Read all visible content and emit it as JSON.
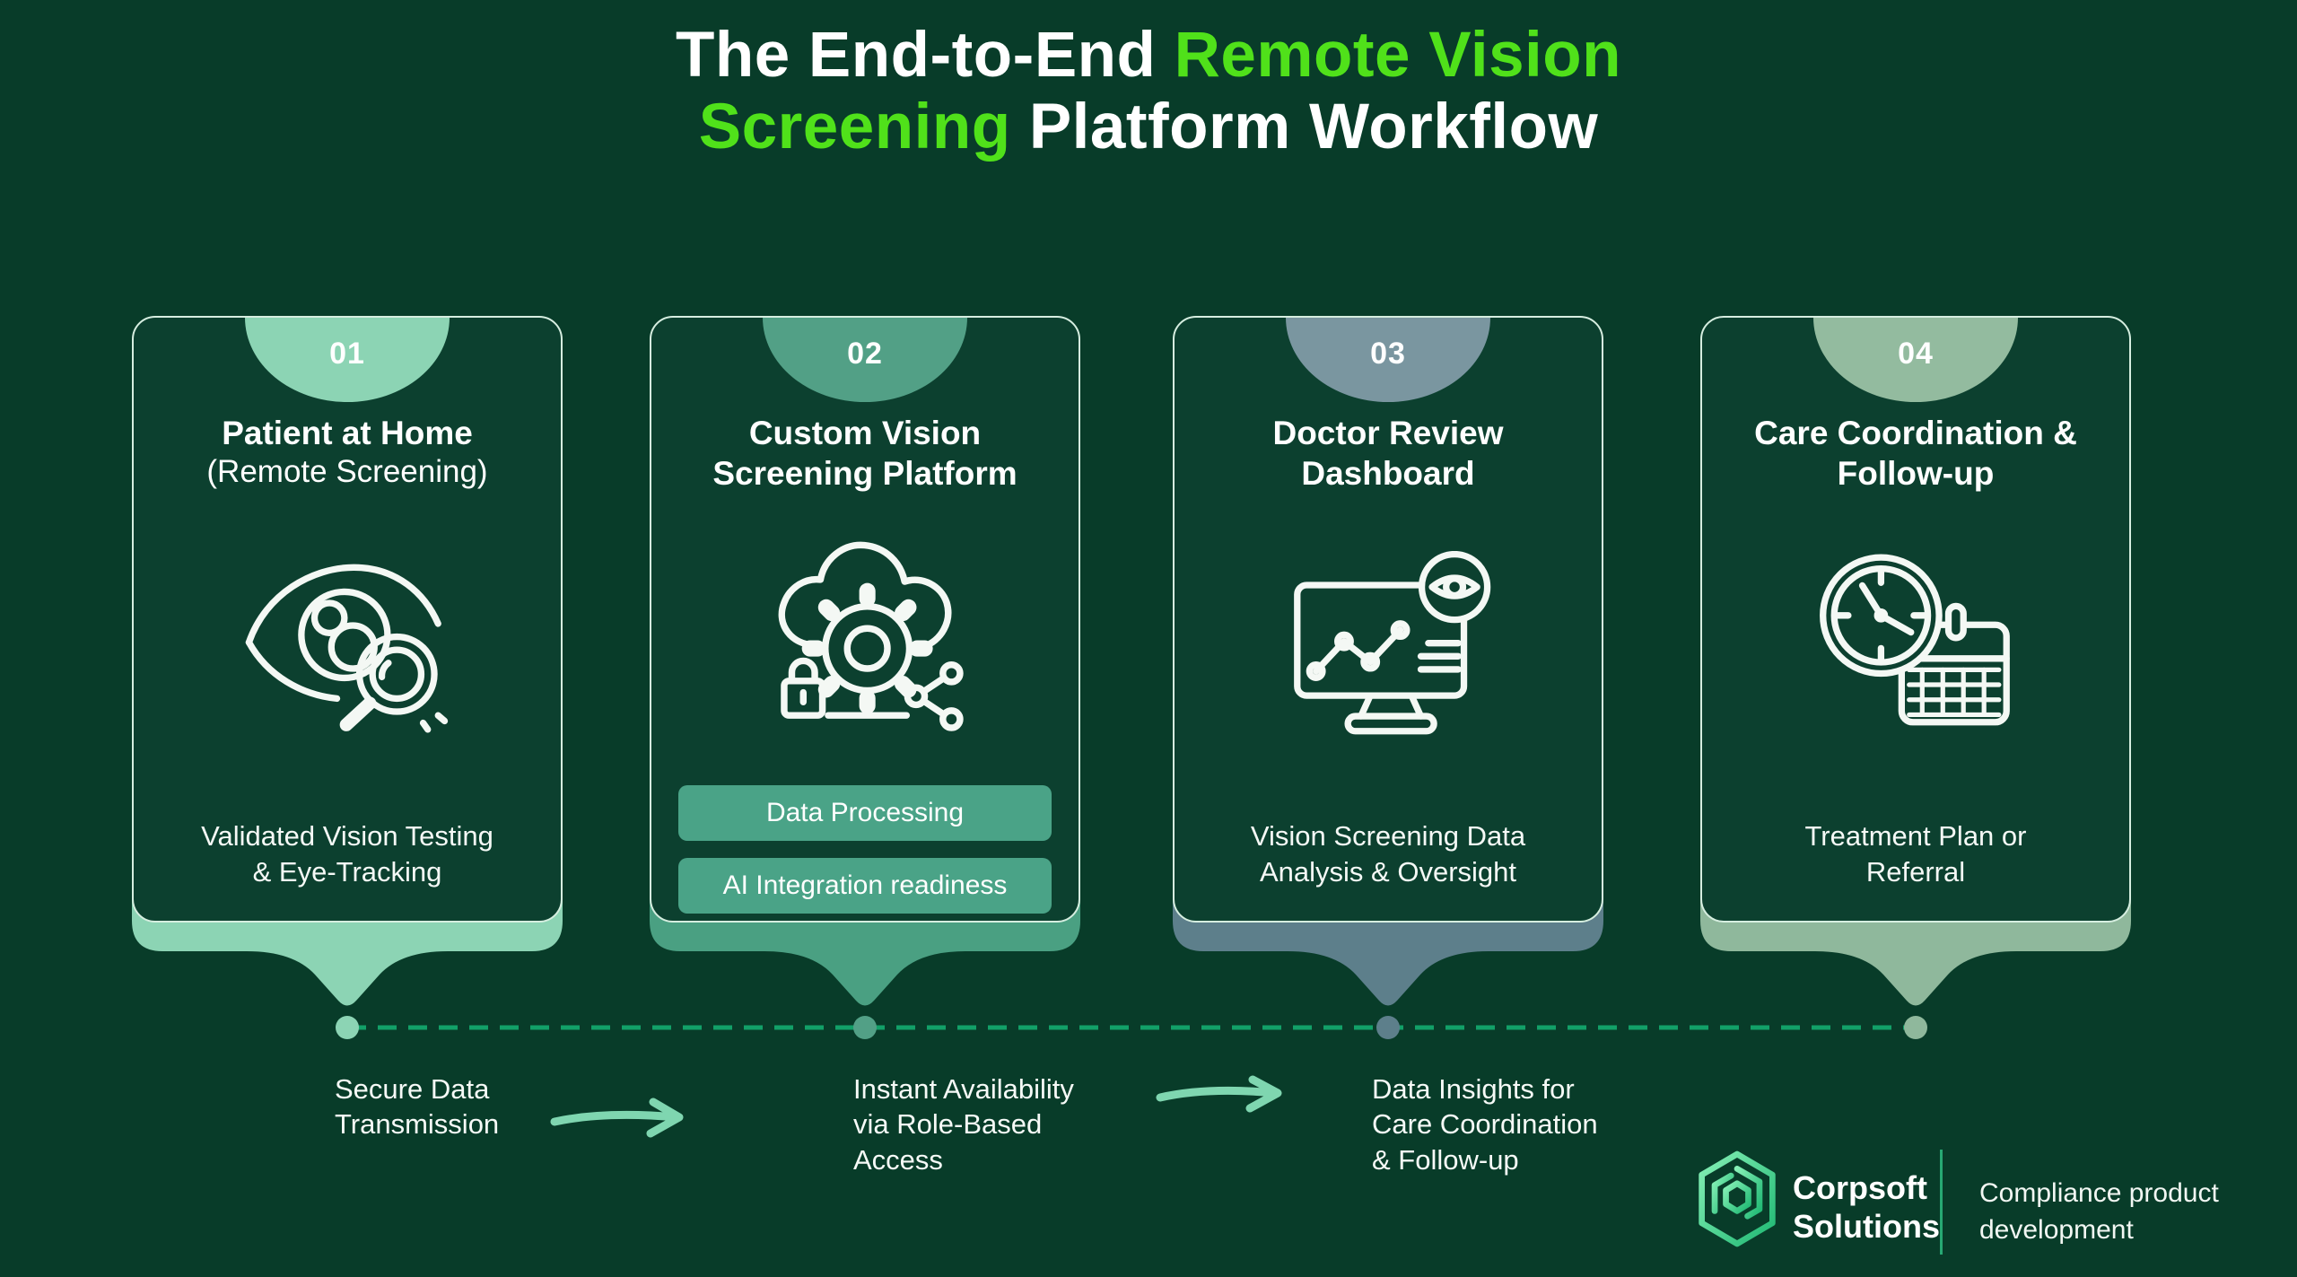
{
  "page": {
    "background": "#083c29",
    "icon_color": "#f4f8f4"
  },
  "title": {
    "line1_white": "The End-to-End",
    "line1_green": "Remote Vision",
    "line2_green": "Screening",
    "line2_white": "Platform Workflow",
    "accent_color": "#50e11a",
    "text_color": "#ffffff"
  },
  "cards": [
    {
      "number": "01",
      "title_line1": "Patient at Home",
      "subtitle": "(Remote Screening)",
      "caption_line1": "Validated Vision Testing",
      "caption_line2": "& Eye-Tracking",
      "icon": "eye-magnifier-icon",
      "colors": {
        "tab": "#8cd4b4",
        "tail": "#8cd4b4",
        "dot": "#8cd4b4"
      }
    },
    {
      "number": "02",
      "title_line1": "Custom Vision",
      "title_line2": "Screening Platform",
      "badges": [
        "Data Processing",
        "AI Integration readiness"
      ],
      "icon": "cloud-gear-lock-share-icon",
      "colors": {
        "tab": "#52a086",
        "tail": "#4aa082",
        "dot": "#52a086",
        "badge": "#4aa387"
      }
    },
    {
      "number": "03",
      "title_line1": "Doctor Review",
      "title_line2": "Dashboard",
      "caption_line1": "Vision Screening Data",
      "caption_line2": "Analysis & Oversight",
      "icon": "monitor-analytics-eye-icon",
      "colors": {
        "tab": "#7a96a0",
        "tail": "#5d7f8b",
        "dot": "#5d7f8b"
      }
    },
    {
      "number": "04",
      "title_line1": "Care Coordination &",
      "title_line2": "Follow-up",
      "caption_line1": "Treatment Plan or",
      "caption_line2": "Referral",
      "icon": "clock-calendar-icon",
      "colors": {
        "tab": "#93bb9f",
        "tail": "#8fb89c",
        "dot": "#8fb89c"
      }
    }
  ],
  "timeline": {
    "line_color": "#12a068",
    "arrow_color": "#7fd6b0",
    "labels": [
      {
        "lines": [
          "Secure Data",
          "Transmission"
        ]
      },
      {
        "lines": [
          "Instant Availability",
          "via Role-Based",
          "Access"
        ]
      },
      {
        "lines": [
          "Data Insights for",
          "Care Coordination",
          "& Follow-up"
        ]
      }
    ]
  },
  "footer": {
    "brand_line1": "Corpsoft",
    "brand_line2": "Solutions",
    "tagline_line1": "Compliance product",
    "tagline_line2": "development",
    "divider_color": "#27a873",
    "logo_gradient": [
      "#86f0b6",
      "#1fb873"
    ]
  }
}
